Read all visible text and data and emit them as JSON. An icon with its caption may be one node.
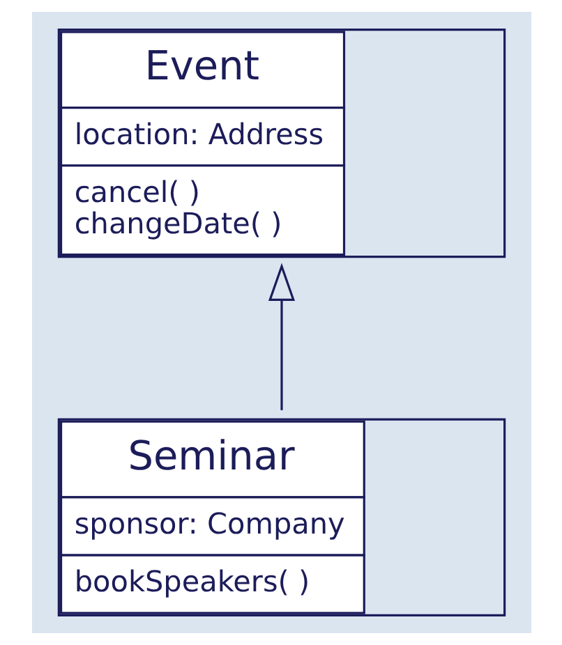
{
  "diagram": {
    "nodes": [
      {
        "text": [
          "Event",
          "location: Address",
          "cancel( )",
          "changeDate( )"
        ]
      },
      {
        "text": [
          "Seminar",
          "sponsor: Company",
          "bookSpeakers( )"
        ]
      }
    ],
    "edges": [
      {
        "from": 1,
        "to": 0,
        "arrow": "to"
      }
    ]
  }
}
